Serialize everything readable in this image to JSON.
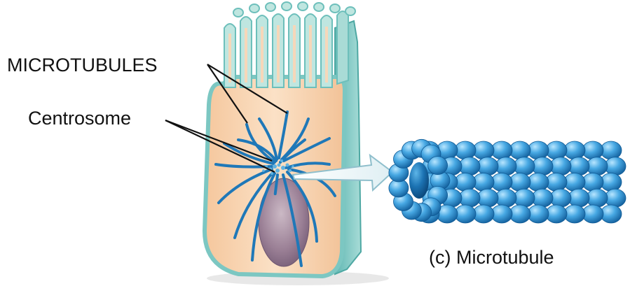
{
  "labels": {
    "microtubules": "MICROTUBULES",
    "centrosome": "Centrosome",
    "caption": "(c) Microtubule"
  },
  "colors": {
    "background": "#ffffff",
    "cell_body": "#f7ceaa",
    "cell_membrane": "#8fcfcf",
    "microtubule": "#1f78b8",
    "nucleus": "#9a7f95",
    "subunit_light": "#7cc9f0",
    "subunit_dark": "#1a6fb0",
    "text": "#111111"
  },
  "icons": {
    "arrow": "block-arrow-right"
  }
}
